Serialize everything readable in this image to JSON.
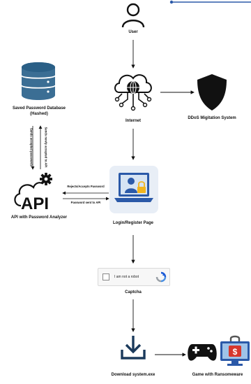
{
  "nodes": {
    "user": "User",
    "internet": "Internet",
    "ddos": "DDoS Migitation System",
    "database_line1": "Saved Password Database",
    "database_line2": "(Hashed)",
    "api_logo_text": "API",
    "api": "API with Password Analyzer",
    "login": "Login/Register Page",
    "captcha": "Captcha",
    "captcha_widget_text": "I am not a robot",
    "download": "Download system.exe",
    "game": "Game with Ransomeware"
  },
  "edges": {
    "db_to_api": "Sends accepted passwords",
    "api_to_db": "Sends newly accepted to API",
    "api_to_login": "Rejects/Accepts Password",
    "login_to_api": "Password sent to API"
  },
  "colors": {
    "ink": "#111111",
    "accent_blue": "#2b59a8",
    "db_top": "#2a5f86",
    "db_body": "#3b6e94",
    "card_bg": "#e8eef6",
    "ransom_red": "#d6372d"
  },
  "icons": {
    "user": "user-icon",
    "internet": "cloud-globe-icon",
    "ddos": "shield-icon",
    "database": "database-icon",
    "api": "api-cloud-gear-icon",
    "login": "laptop-user-lock-icon",
    "captcha": "recaptcha-icon",
    "download": "download-icon",
    "game": "gamepad-icon",
    "ransomware": "monitor-lock-icon"
  }
}
